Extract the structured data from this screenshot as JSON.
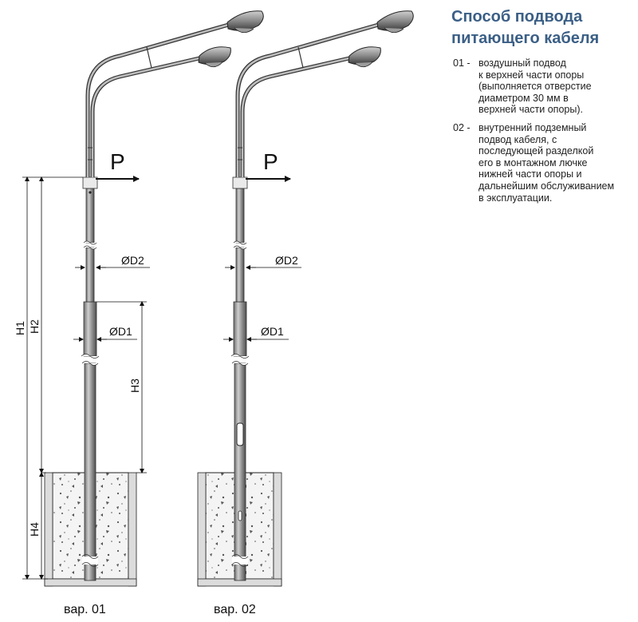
{
  "title": {
    "line1": "Способ подвода",
    "line2": "питающего кабеля"
  },
  "notes": [
    {
      "num": "01 -",
      "text": "воздушный подвод\nк верхней части опоры\n(выполняется отверстие\nдиаметром 30 мм в\nверхней части опоры)."
    },
    {
      "num": "02 -",
      "text": "внутренний подземный\nподвод кабеля, с\nпоследующей разделкой\nего в монтажном лючке\nнижней части опоры и\nдальнейшим обслуживанием\nв эксплуатации."
    }
  ],
  "labels": {
    "force": "P",
    "d2": "ØD2",
    "d1": "ØD1",
    "h1": "H1",
    "h2": "H2",
    "h3": "H3",
    "h4": "H4",
    "var1": "вар. 01",
    "var2": "вар. 02"
  }
}
